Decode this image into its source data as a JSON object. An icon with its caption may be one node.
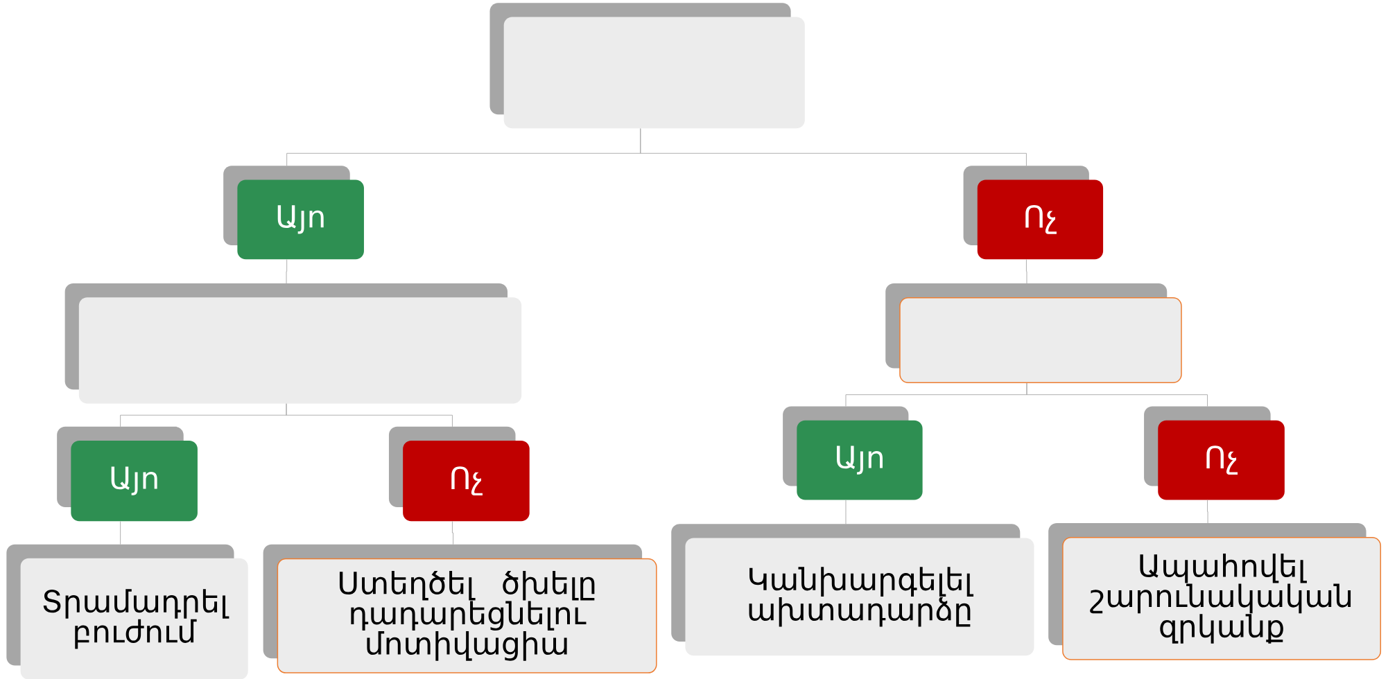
{
  "diagram": {
    "nodes": [
      {
        "text": [],
        "shape": "box"
      },
      {
        "text": [
          "Այո"
        ]
      },
      {
        "text": [
          "Ոչ"
        ]
      },
      {
        "text": [],
        "shape": "box"
      },
      {
        "text": [],
        "shape": "box"
      },
      {
        "text": [
          "Այո"
        ]
      },
      {
        "text": [
          "Ոչ"
        ]
      },
      {
        "text": [
          "Այո"
        ]
      },
      {
        "text": [
          "Ոչ"
        ]
      },
      {
        "text": [
          "Տրամադրել բուժում"
        ]
      },
      {
        "text": [
          "Ստեղծել ծխելը դադարեցնելու մոտիվացիա"
        ]
      },
      {
        "text": [
          "Կանխարգելել ախտադարձը"
        ]
      },
      {
        "text": [
          "Ապահովել շարունակական զրկանք"
        ]
      }
    ],
    "edges": [
      {
        "from": 0,
        "to": 1,
        "arrow": "none"
      },
      {
        "from": 0,
        "to": 2,
        "arrow": "none"
      },
      {
        "from": 1,
        "to": 3,
        "arrow": "none"
      },
      {
        "from": 2,
        "to": 4,
        "arrow": "none"
      },
      {
        "from": 3,
        "to": 5,
        "arrow": "none"
      },
      {
        "from": 3,
        "to": 6,
        "arrow": "none"
      },
      {
        "from": 4,
        "to": 7,
        "arrow": "none"
      },
      {
        "from": 4,
        "to": 8,
        "arrow": "none"
      },
      {
        "from": 5,
        "to": 9,
        "arrow": "none"
      },
      {
        "from": 6,
        "to": 10,
        "arrow": "none"
      },
      {
        "from": 7,
        "to": 11,
        "arrow": "none"
      },
      {
        "from": 8,
        "to": 12,
        "arrow": "none"
      }
    ]
  }
}
